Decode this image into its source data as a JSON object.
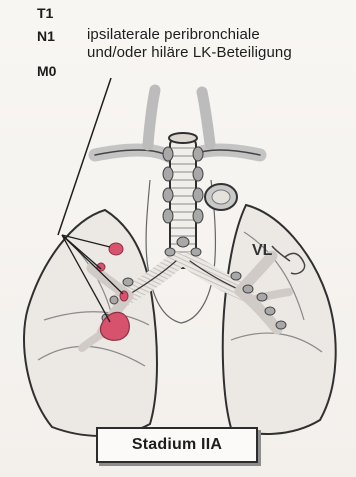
{
  "classification": {
    "t_label": "T1",
    "n_label": "N1",
    "m_label": "M0"
  },
  "description": {
    "line1": "ipsilaterale peribronchiale",
    "line2": "und/oder hiläre LK-Beteiligung"
  },
  "stage_label": "Stadium IIA",
  "lung_label": "VL",
  "colors": {
    "tumor": "#d7526d",
    "lymph_node": "#a7a7a7",
    "outline": "#2f2f2f",
    "lung_fill": "#ece8e4",
    "vessel": "#bdbdbd"
  }
}
